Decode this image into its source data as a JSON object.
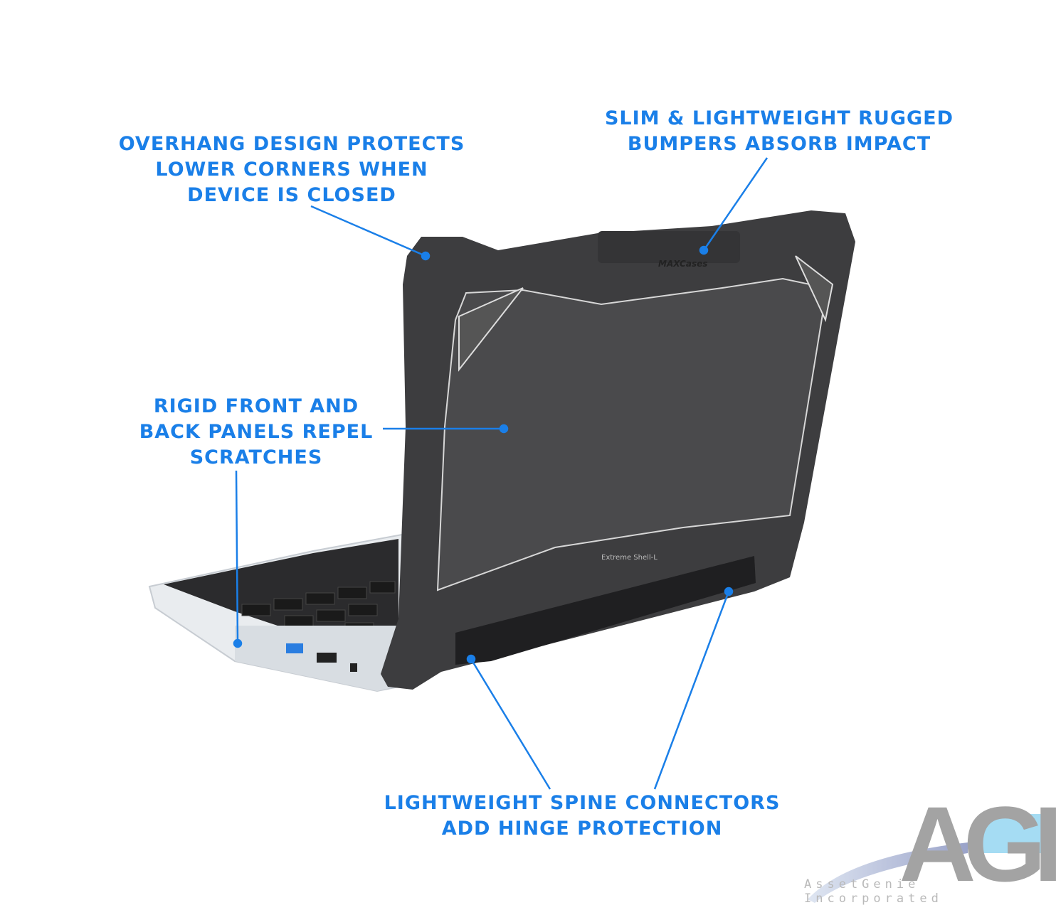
{
  "callouts": {
    "overhang": [
      "OVERHANG DESIGN PROTECTS",
      "LOWER CORNERS WHEN",
      "DEVICE IS CLOSED"
    ],
    "bumpers": [
      "SLIM & LIGHTWEIGHT RUGGED",
      "BUMPERS ABSORB IMPACT"
    ],
    "panels": [
      "RIGID FRONT AND",
      "BACK PANELS REPEL",
      "SCRATCHES"
    ],
    "spine": [
      "LIGHTWEIGHT SPINE CONNECTORS",
      "ADD HINGE PROTECTION"
    ]
  },
  "product": {
    "brand_mark": "MAXCases",
    "model_label": "Extreme Shell-L"
  },
  "logo": {
    "letters": "AGI",
    "company": "AssetGenie Incorporated"
  },
  "colors": {
    "accent": "#1a7fe8",
    "case": "#3d3d3f",
    "panel": "#4a4a4c"
  }
}
